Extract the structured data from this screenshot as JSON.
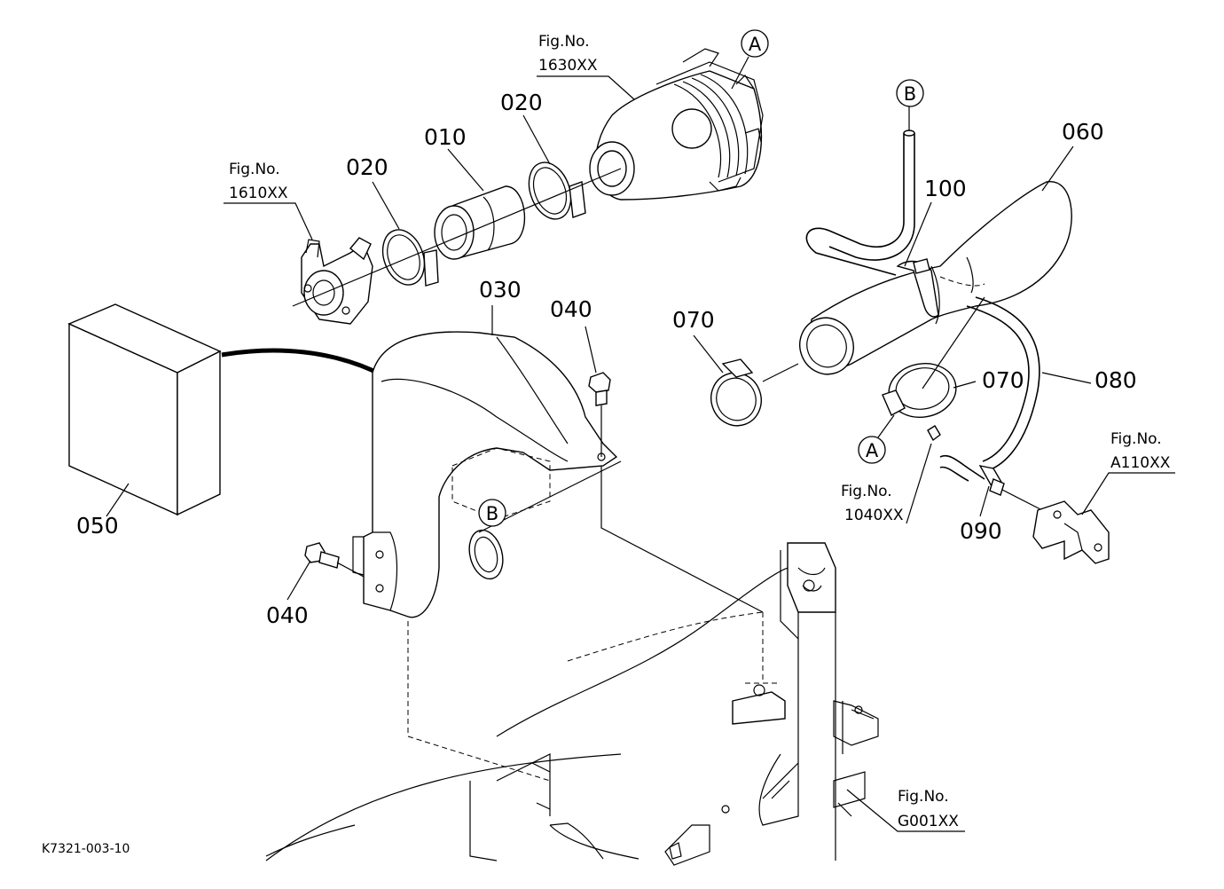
{
  "drawing_code": "K7321-003-10",
  "part_labels": {
    "p010": "010",
    "p020a": "020",
    "p020b": "020",
    "p030": "030",
    "p040a": "040",
    "p040b": "040",
    "p050": "050",
    "p060": "060",
    "p070a": "070",
    "p070b": "070",
    "p080": "080",
    "p090": "090",
    "p100": "100"
  },
  "fig_refs": {
    "f1630": {
      "title": "Fig.No.",
      "code": "1630XX"
    },
    "f1610": {
      "title": "Fig.No.",
      "code": "1610XX"
    },
    "f1040": {
      "title": "Fig.No.",
      "code": "1040XX"
    },
    "fA110": {
      "title": "Fig.No.",
      "code": "A110XX"
    },
    "fG001": {
      "title": "Fig.No.",
      "code": "G001XX"
    }
  },
  "connection_markers": {
    "a_top": "A",
    "a_bottom": "A",
    "b_top": "B",
    "b_bottom": "B"
  }
}
